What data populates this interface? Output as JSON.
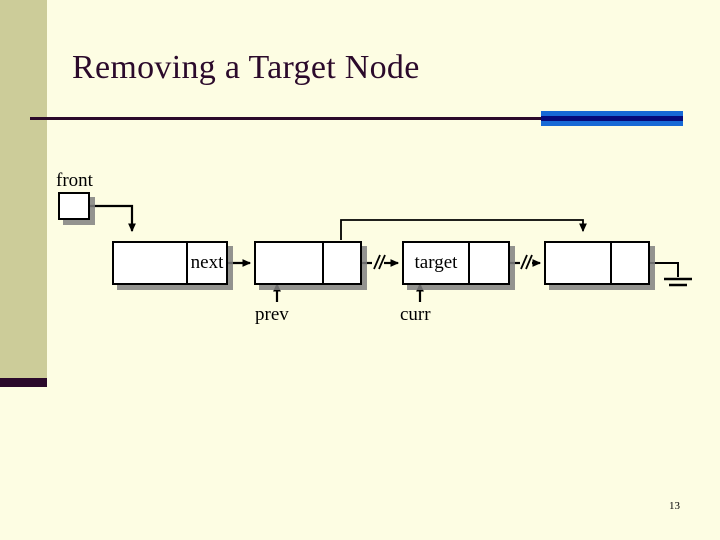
{
  "slide": {
    "title": "Removing a Target Node",
    "page_number": "13",
    "colors": {
      "background": "#FDFDE3",
      "sidebar_band": "#CCCC99",
      "title_text": "#2B0A2B",
      "rule_dark": "#2B0A2B",
      "rule_blue": "#1769D6",
      "rule_blue_core": "#060A7A",
      "node_fill": "#FFFFFF",
      "node_border": "#000000",
      "node_shadow": "#808080"
    }
  },
  "diagram": {
    "type": "linked-list",
    "pointers": [
      {
        "name": "front",
        "label": "front"
      },
      {
        "name": "prev",
        "label": "prev"
      },
      {
        "name": "curr",
        "label": "curr"
      }
    ],
    "nodes": [
      {
        "id": "node1",
        "data_label": "",
        "next_label": "next"
      },
      {
        "id": "node2",
        "data_label": "",
        "next_label": ""
      },
      {
        "id": "node3",
        "data_label": "target",
        "next_label": ""
      },
      {
        "id": "node4",
        "data_label": "",
        "next_label": ""
      }
    ],
    "cut_marks": [
      {
        "name": "cut-node2-to-node3",
        "glyph": "//"
      },
      {
        "name": "cut-node3-to-node4",
        "glyph": "//"
      }
    ],
    "terminator": {
      "name": "ground-symbol",
      "meaning": "null"
    },
    "bypass_arrow": {
      "name": "bypass-prev-to-after-target"
    }
  }
}
